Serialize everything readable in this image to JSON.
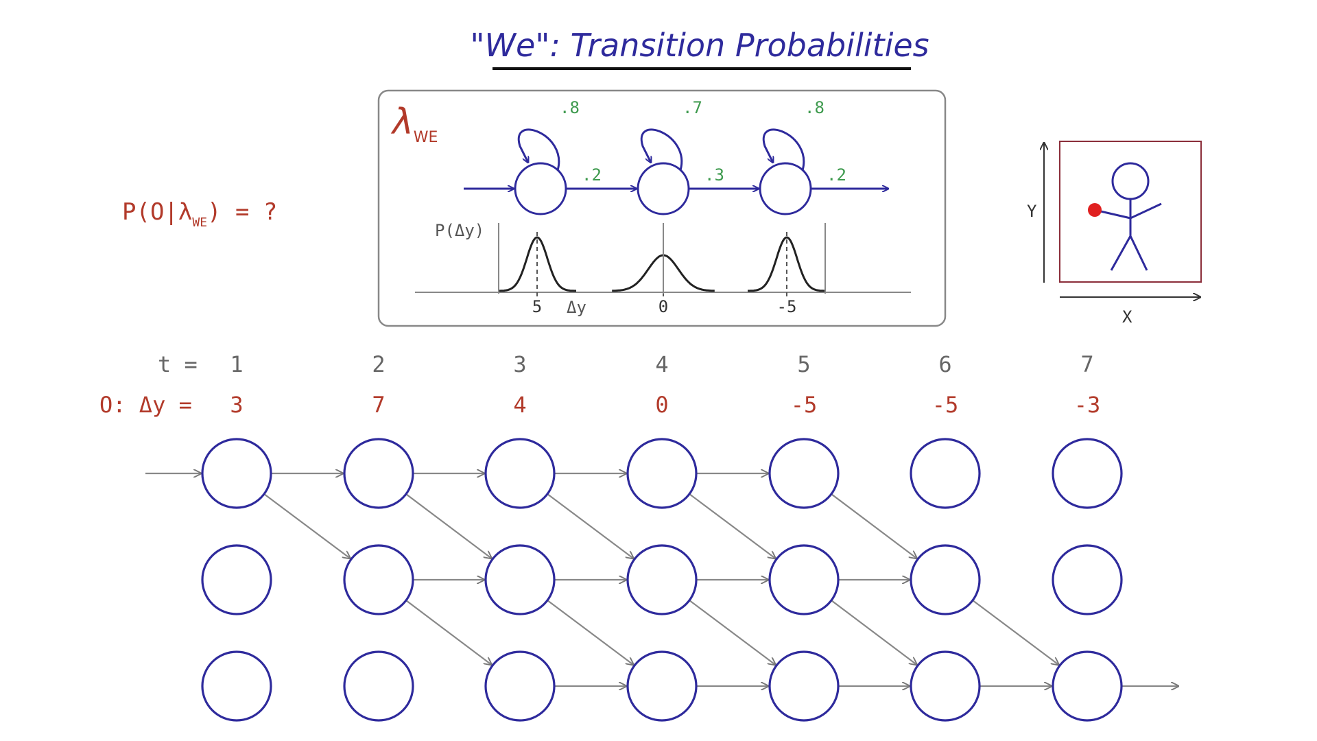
{
  "title": "\"We\": Transition Probabilities",
  "colors": {
    "ink": "#2E2A9C",
    "red": "#B23A2A",
    "green": "#3E9A4E",
    "grey": "#777777",
    "dark": "#222222",
    "frame": "#8B2E3A",
    "dot": "#E02020"
  },
  "question": {
    "prefix": "P(O|λ",
    "sub": "WE",
    "suffix": ") = ?"
  },
  "model": {
    "lambda": "λ",
    "lambda_sub": "WE",
    "self_probs": [
      ".8",
      ".7",
      ".8"
    ],
    "forward_probs": [
      ".2",
      ".3",
      ".2"
    ],
    "pdf_label": "P(Δy)",
    "means": [
      "5",
      "0",
      "-5"
    ],
    "axis_label": "Δy"
  },
  "figure": {
    "x_label": "X",
    "y_label": "Y"
  },
  "sequence": {
    "t_label": "t =",
    "obs_label": "O: Δy =",
    "times": [
      "1",
      "2",
      "3",
      "4",
      "5",
      "6",
      "7"
    ],
    "observations": [
      "3",
      "7",
      "4",
      "0",
      "-5",
      "-5",
      "-3"
    ]
  }
}
